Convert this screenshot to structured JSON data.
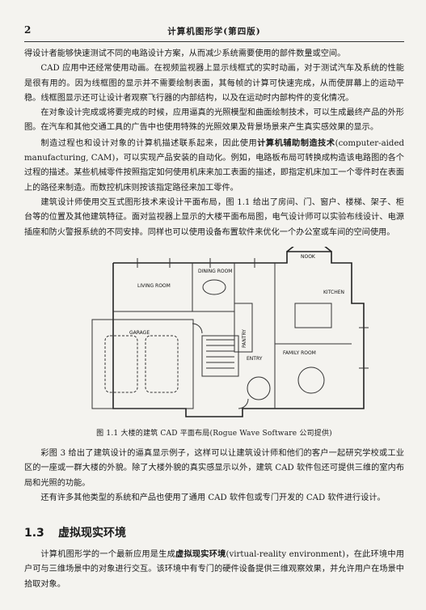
{
  "header": {
    "page_number": "2",
    "running_head": "计算机图形学(第四版)"
  },
  "paragraphs_top": [
    "得设计者能够快速测试不同的电路设计方案，从而减少系统需要使用的部件数量或空间。",
    "CAD 应用中还经常使用动画。在视频监视器上显示线框式的实时动画，对于测试汽车及系统的性能是很有用的。因为线框图的显示并不需要绘制表面，其每帧的计算可快速完成，从而使屏幕上的运动平稳。线框图显示还可让设计者观察飞行器的内部结构，以及在运动时内部构件的变化情况。",
    "在对象设计完成或将要完成的时候，应用逼真的光照模型和曲面绘制技术，可以生成最终产品的外形图。在汽车和其他交通工具的广告中也使用特殊的光照效果及背景场景来产生真实感效果的显示。",
    {
      "pre": "制造过程也和设计对象的计算机描述联系起来，因此使用",
      "bold": "计算机辅助制造技术",
      "post": "(computer-aided manufacturing, CAM)，可以实现产品安装的自动化。例如，电路板布局可转换成构造该电路图的各个过程的描述。某些机械零件按照指定如何使用机床来加工表面的描述，即指定机床加工一个零件时在表面上的路径来制造。而数控机床则按该指定路径来加工零件。"
    },
    "建筑设计师使用交互式图形技术来设计平面布局，图 1.1 给出了房间、门、窗户、楼梯、架子、柜台等的位置及其他建筑特征。面对监视器上显示的大楼平面布局图，电气设计师可以实验布线设计、电源插座和防火警报系统的不同安排。同样也可以使用设备布置软件来优化一个办公室或车间的空间使用。"
  ],
  "figure": {
    "rooms": {
      "nook": "NOOK",
      "living_room": "LIVING ROOM",
      "dining_room": "DINING ROOM",
      "kitchen": "KITCHEN",
      "pantry": "PANTRY",
      "garage": "GARAGE",
      "entry": "ENTRY",
      "family_room": "FAMILY ROOM"
    },
    "caption": "图 1.1   大楼的建筑 CAD 平面布局(Rogue Wave Software 公司提供)"
  },
  "paragraphs_mid": [
    "彩图 3 给出了建筑设计的逼真显示例子，这样可以让建筑设计师和他们的客户一起研究学校或工业区的一座或一群大楼的外貌。除了大楼外貌的真实感显示以外，建筑 CAD 软件包还可提供三维的室内布局和光照的功能。",
    "还有许多其他类型的系统和产品也使用了通用 CAD 软件包或专门开发的 CAD 软件进行设计。"
  ],
  "section": {
    "number": "1.3",
    "title": "虚拟现实环境"
  },
  "paragraphs_bottom": [
    {
      "pre": "计算机图形学的一个最新应用是生成",
      "bold": "虚拟现实环境",
      "post": "(virtual-reality environment)，在此环境中用户可与三维场景中的对象进行交互。该环境中有专门的硬件设备提供三维观察效果，并允许用户在场景中拾取对象。"
    }
  ]
}
